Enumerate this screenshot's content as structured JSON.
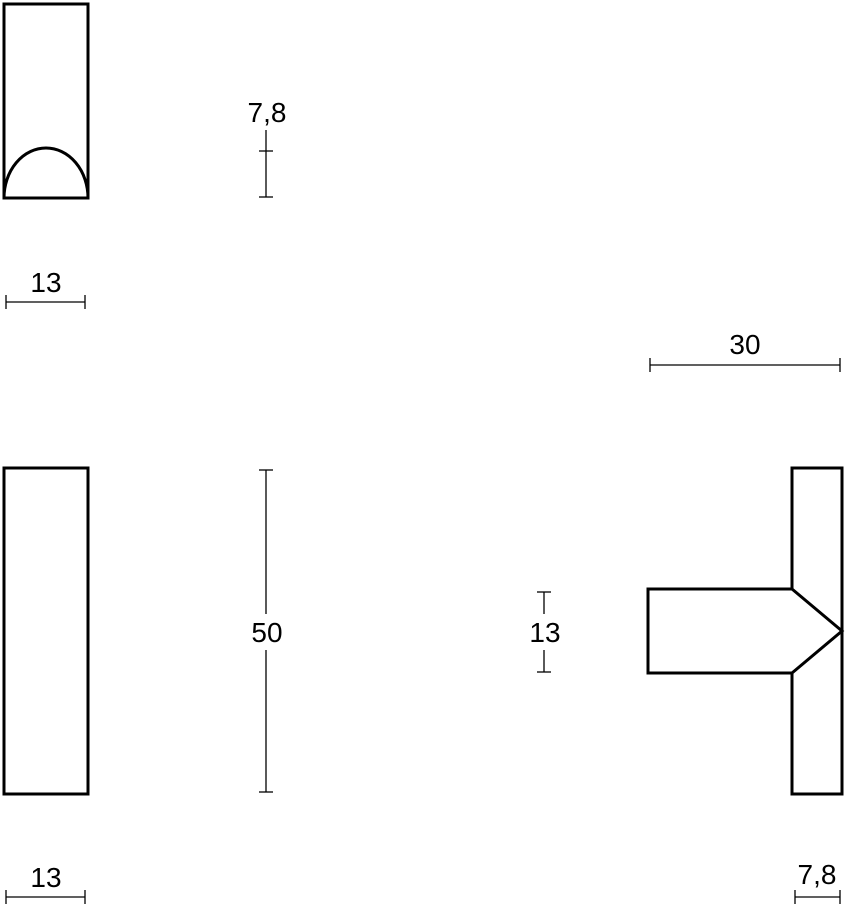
{
  "dimensions": {
    "top_view_height": "7,8",
    "top_view_width": "13",
    "front_view_height": "50",
    "front_view_width": "13",
    "side_view_depth": "30",
    "side_view_stem_height": "13",
    "side_view_plate_thickness": "7,8"
  },
  "colors": {
    "stroke": "#000000",
    "background": "#ffffff"
  }
}
